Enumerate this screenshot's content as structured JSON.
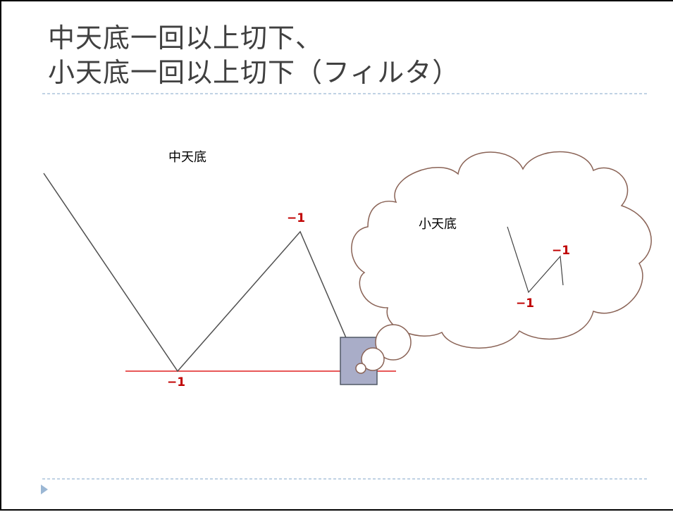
{
  "slide": {
    "title_line1": "中天底一回以上切下、",
    "title_line2": "小天底一回以上切下（フィルタ）"
  },
  "diagram": {
    "label_mid": "中天底",
    "label_small": "小天底",
    "marker_mid_bottom": "−1",
    "marker_mid_top": "−1",
    "marker_small_top": "−1",
    "marker_small_bottom": "−1",
    "colors": {
      "line": "#505050",
      "support_line": "#e02020",
      "highlight_fill": "#a9adc8",
      "highlight_stroke": "#505866",
      "cloud_stroke": "#8a6356",
      "divider": "#9bb7d4",
      "marker": "#c00000"
    }
  },
  "footer": {
    "nav_icon": "triangle-right-icon"
  }
}
